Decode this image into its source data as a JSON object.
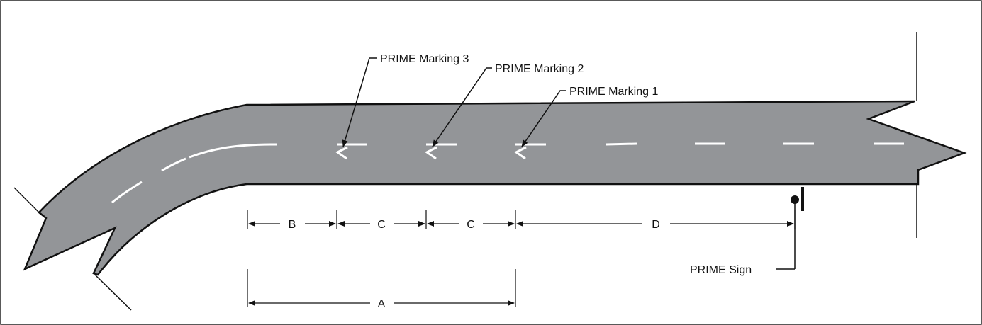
{
  "labels": {
    "marking3": "PRIME Marking 3",
    "marking2": "PRIME Marking 2",
    "marking1": "PRIME Marking 1",
    "sign": "PRIME Sign",
    "dim_b": "B",
    "dim_c1": "C",
    "dim_c2": "C",
    "dim_d": "D",
    "dim_a": "A"
  },
  "colors": {
    "road": "#939598",
    "marking": "#ffffff",
    "line": "#111111"
  }
}
